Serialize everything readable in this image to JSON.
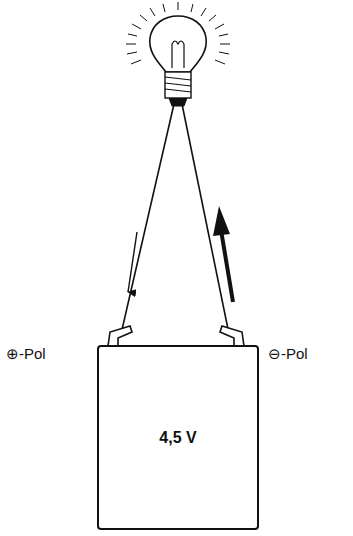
{
  "diagram": {
    "nodes": [
      {
        "text": [
          "4,5 V"
        ]
      }
    ],
    "labels": [
      "⊕-Pol",
      "⊖-Pol"
    ]
  }
}
